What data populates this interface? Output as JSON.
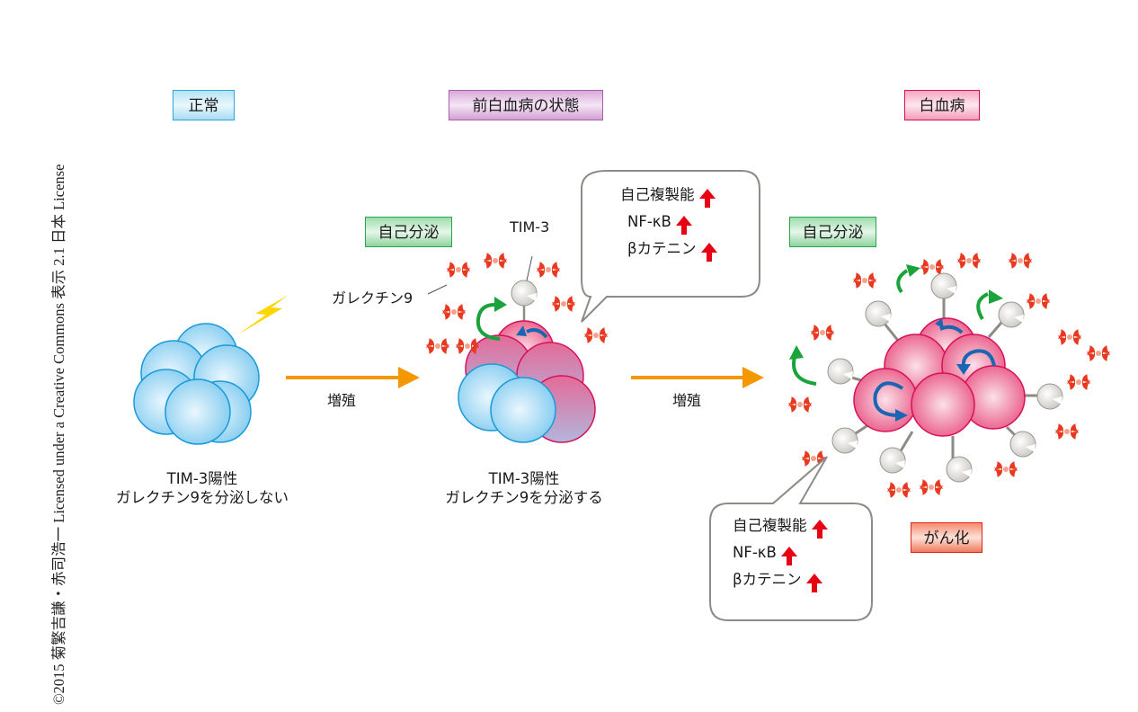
{
  "copyright": "©2015 菊繁吉謙・赤司浩一 Licensed under a Creative Commons 表示 2.1 日本 License",
  "stages": {
    "normal": "正常",
    "preleukemia": "前白血病の状態",
    "leukemia": "白血病"
  },
  "autocrine_label": "自己分泌",
  "cancer_label": "がん化",
  "proliferation_label": "増殖",
  "annotations": {
    "tim3": "TIM-3",
    "galectin9": "ガレクチン9"
  },
  "captions": {
    "normal": [
      "TIM-3陽性",
      "ガレクチン9を分泌しない"
    ],
    "preleukemia": [
      "TIM-3陽性",
      "ガレクチン9を分泌する"
    ]
  },
  "bubble_items": [
    "自己複製能",
    "NF-κB",
    "βカテニン"
  ],
  "bubble_direction": "up",
  "colors": {
    "normal_cell": "#7fcaef",
    "leukemia_cell": "#e8507f",
    "arrow_orange": "#f39800",
    "galectin_red": "#e8381f",
    "autocrine_green": "#1aa33a",
    "self_renewal_blue": "#1a66b2",
    "tim3_gray": "#d8d6d2",
    "up_arrow_red": "#e60012",
    "lightning_yellow": "#ffd500"
  }
}
